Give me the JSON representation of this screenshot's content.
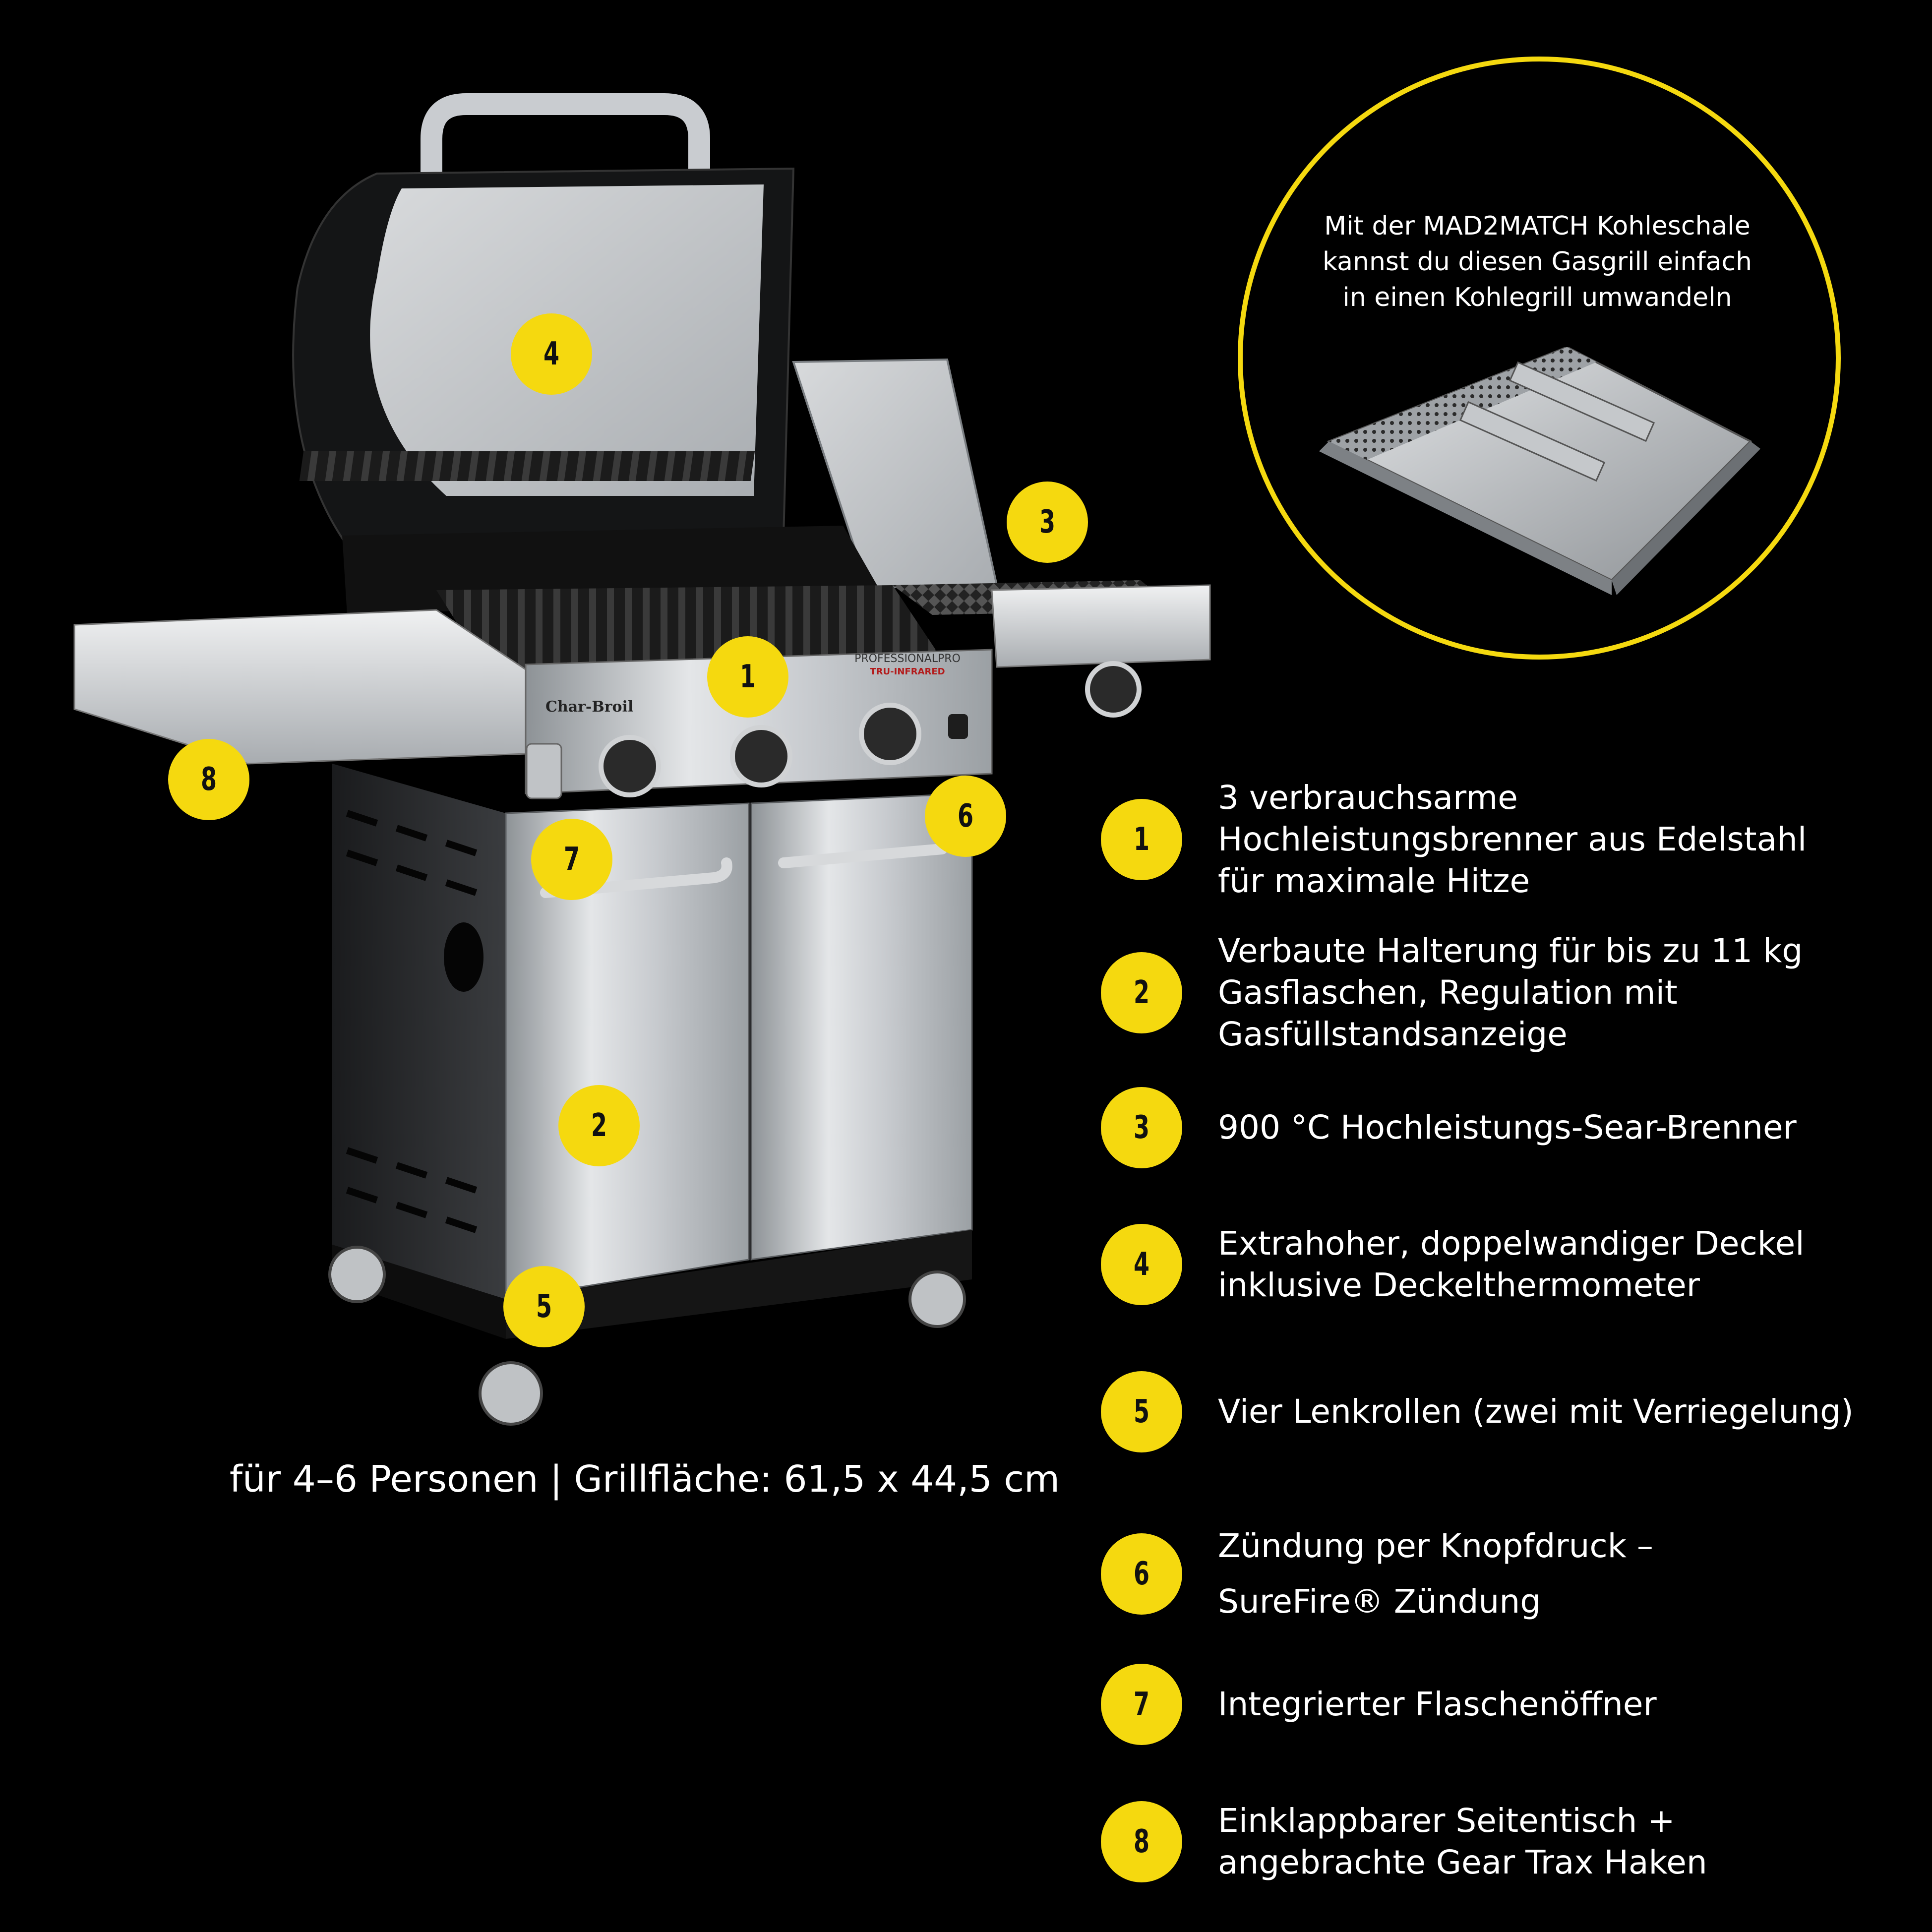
{
  "callout": {
    "text": "Mit der MAD2MATCH Kohleschale\nkannst du diesen Gasgrill einfach\nin einen Kohlegrill umwandeln"
  },
  "capacity": "für 4–6 Personen | Grillfläche: 61,5 x 44,5 cm",
  "grill_markers": [
    "1",
    "2",
    "3",
    "4",
    "5",
    "6",
    "7",
    "8"
  ],
  "features": [
    {
      "number": "1",
      "text": "3 verbrauchsarme\nHochleistungsbrenner aus Edelstahl\nfür maximale Hitze"
    },
    {
      "number": "2",
      "text": "Verbaute Halterung für bis zu 11 kg\nGasflaschen, Regulation mit\nGasfüllstandsanzeige"
    },
    {
      "number": "3",
      "text": "900 °C Hochleistungs-Sear-Brenner"
    },
    {
      "number": "4",
      "text": "Extrahoher, doppelwandiger Deckel\ninklusive Deckelthermometer"
    },
    {
      "number": "5",
      "text": "Vier Lenkrollen (zwei mit Verriegelung)"
    },
    {
      "number": "6",
      "text": "Zündung per Knopfdruck –\nSureFire® Zündung"
    },
    {
      "number": "7",
      "text": "Integrierter Flaschenöffner"
    },
    {
      "number": "8",
      "text": "Einklappbarer Seitentisch +\nangebrachte Gear Trax Haken"
    }
  ],
  "brand": {
    "logo": "Char-Broil",
    "model_line1": "PROFESSIONALPRO",
    "model_line2": "TRU-INFRARED"
  },
  "colors": {
    "accent": "#F5D90F",
    "background": "#000000"
  }
}
